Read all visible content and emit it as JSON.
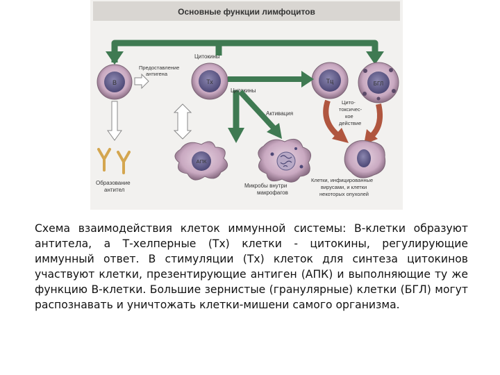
{
  "diagram": {
    "title": "Основные функции лимфоцитов",
    "cells": {
      "b": "В",
      "th": "Тх",
      "tc": "Тц",
      "bgl": "БГЛ",
      "apk": "АПК"
    },
    "labels": {
      "cytokines_top": "Цитокины",
      "cytokines_mid": "Цитокины",
      "antigen_line1": "Предоставление",
      "antigen_line2": "антигена",
      "activation": "Активация",
      "cytotoxic_1": "Цито-",
      "cytotoxic_2": "токсичес-",
      "cytotoxic_3": "кое",
      "cytotoxic_4": "действие",
      "antibody_1": "Образование",
      "antibody_2": "антител",
      "microbes_1": "Микробы внутри",
      "microbes_2": "макрофагов",
      "targets_1": "Клетки, инфицированные",
      "targets_2": "вирусами, и клетки",
      "targets_3": "некоторых опухолей"
    }
  },
  "caption": "Схема взаимодействия клеток иммунной системы: В-клетки образуют антитела, а Т-хелперные (Тх) клетки - цитокины, регулирующие иммунный ответ. В стимуляции (Тх) клеток для синтеза цитокинов участвуют клетки, презентирующие антиген (АПК) и выполняющие ту же функцию В-клетки. Большие зернистые (гранулярные) клетки (БГЛ) могут распознавать и уничтожать клетки-мишени самого организма.",
  "colors": {
    "green_arrow": "#3f7a52",
    "red_arrow": "#b0563f",
    "cell_fill": "#c9a9c1",
    "nucleus_fill": "#5e5a86",
    "figure_bg": "#f2f1ef"
  }
}
